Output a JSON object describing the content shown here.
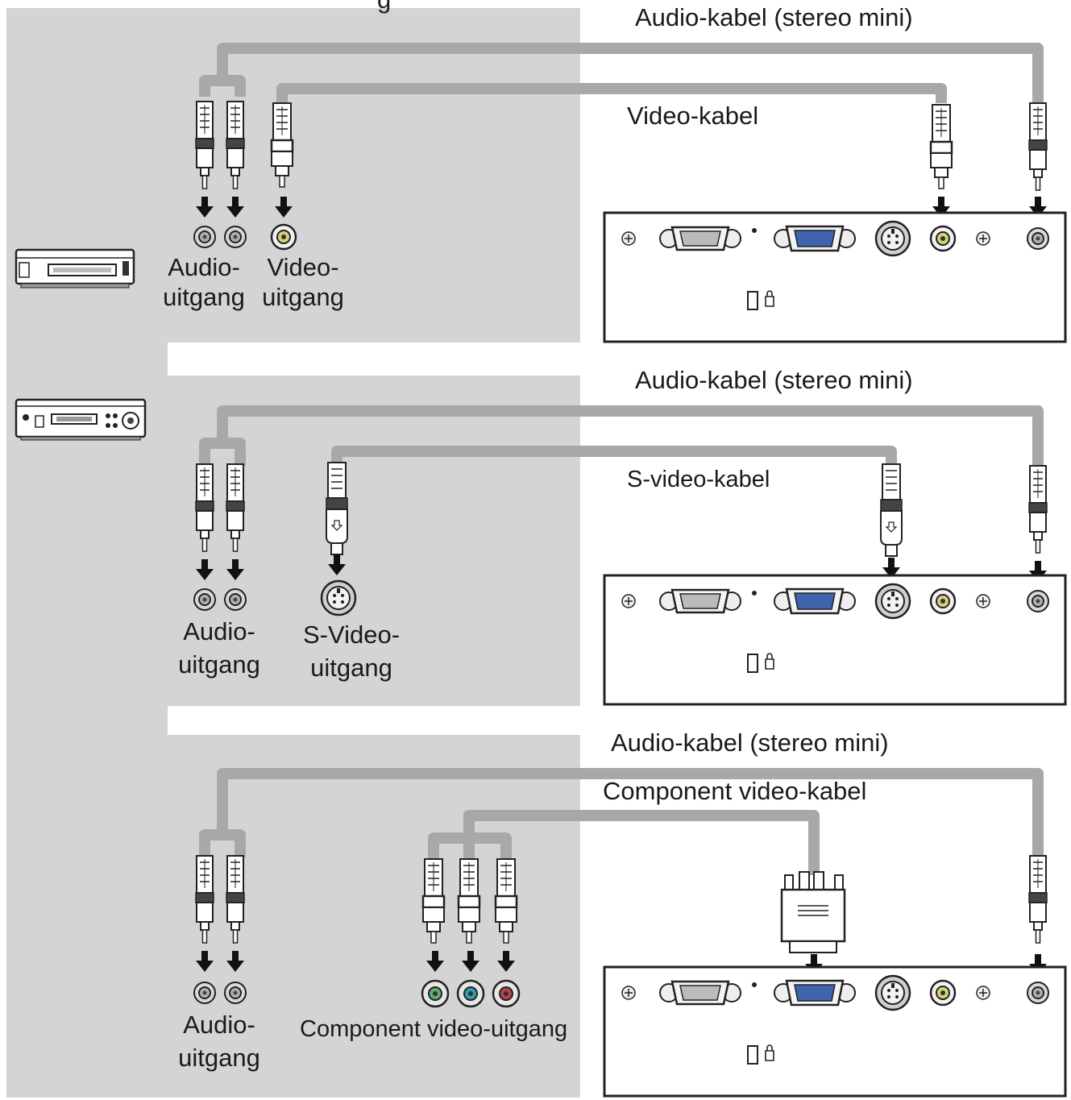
{
  "title_fragment": "g",
  "colors": {
    "panel": "#d4d4d4",
    "cable": "#a8a8a8",
    "vga_blue": "#3f63ad",
    "video_yellow": "#d9cf7a",
    "pb_teal": "#2f9fb0",
    "y_green": "#5fae70",
    "pr_red": "#b5434a"
  },
  "sections": [
    {
      "source_device": "camcorder-icon",
      "audio_cable_label": "Audio-kabel (stereo mini)",
      "video_cable_label": "Video-kabel",
      "audio_out_label": [
        "Audio-",
        "uitgang"
      ],
      "video_out_label": [
        "Video-",
        "uitgang"
      ]
    },
    {
      "source_device": "vcr-icon",
      "audio_cable_label": "Audio-kabel (stereo mini)",
      "video_cable_label": "S-video-kabel",
      "audio_out_label": [
        "Audio-",
        "uitgang"
      ],
      "video_out_label": [
        "S-Video-",
        "uitgang"
      ]
    },
    {
      "audio_cable_label": "Audio-kabel (stereo mini)",
      "video_cable_label": "Component video-kabel",
      "audio_out_label": [
        "Audio-",
        "uitgang"
      ],
      "video_out_label": [
        "Component video-uitgang"
      ]
    }
  ]
}
